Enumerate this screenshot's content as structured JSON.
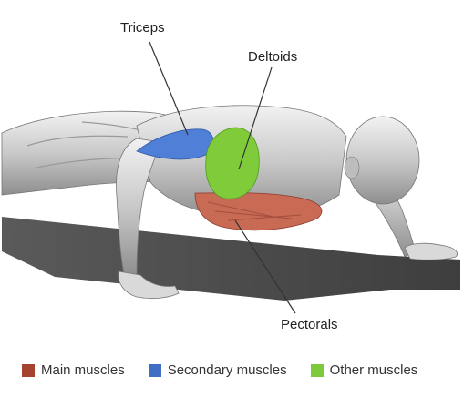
{
  "labels": {
    "triceps": "Triceps",
    "deltoids": "Deltoids",
    "pectorals": "Pectorals"
  },
  "legend": [
    {
      "label": "Main muscles",
      "color": "#a4432f"
    },
    {
      "label": "Secondary muscles",
      "color": "#3f6fc4"
    },
    {
      "label": "Other muscles",
      "color": "#7fc93c"
    }
  ],
  "colors": {
    "main": "#c96a55",
    "secondary": "#4f7fd6",
    "other": "#7fcb3a",
    "mat": "#4b4b4b",
    "skin": "#cfcfcf"
  }
}
